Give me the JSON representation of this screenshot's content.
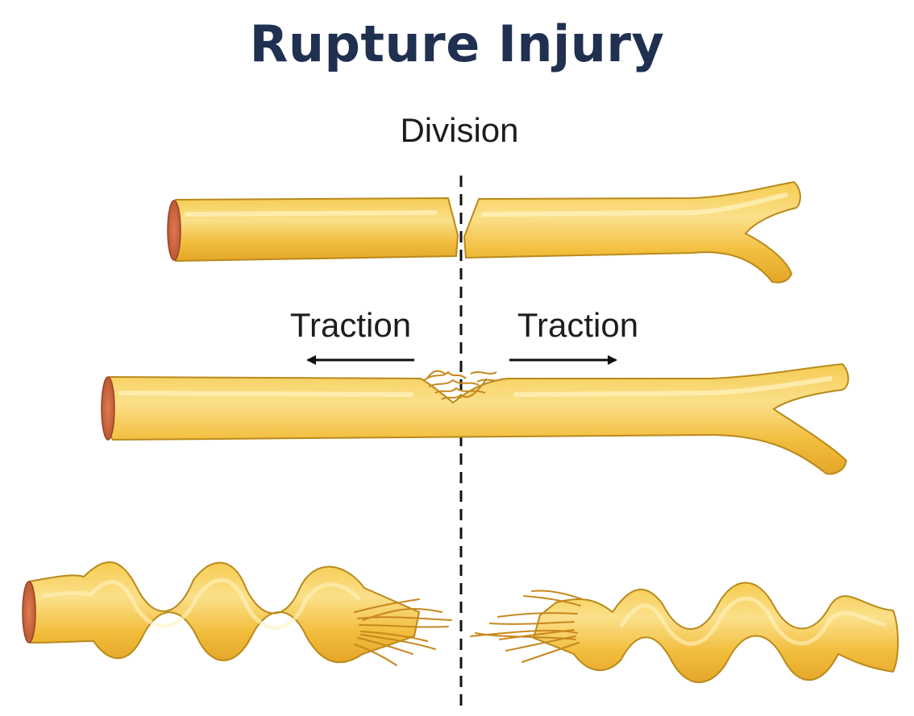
{
  "title": "Rupture Injury",
  "labels": {
    "division": "Division",
    "traction_left": "Traction",
    "traction_right": "Traction"
  },
  "colors": {
    "nerve_fill": "#f3c040",
    "nerve_highlight": "#fbe08a",
    "nerve_outline": "#b98a1c",
    "nerve_end": "#c9603c",
    "title": "#1f3050",
    "line": "#111111"
  }
}
